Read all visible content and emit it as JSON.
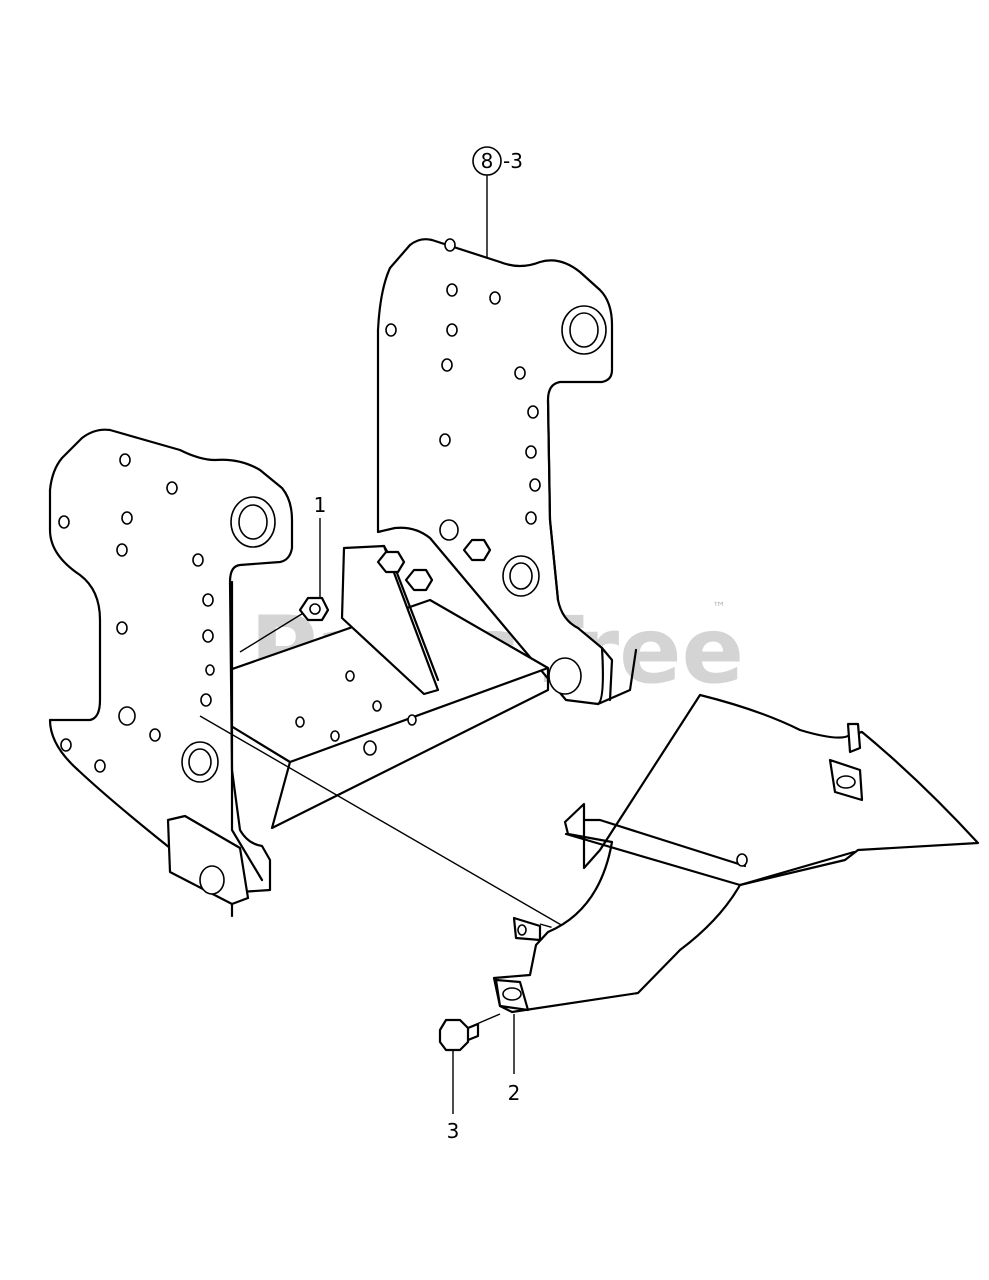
{
  "diagram": {
    "callouts": {
      "ref_circle": "8",
      "ref_suffix": "-3",
      "part_1": "1",
      "part_2": "2",
      "part_3": "3"
    },
    "watermark": {
      "text": "PartsTree",
      "trademark": "™"
    }
  }
}
